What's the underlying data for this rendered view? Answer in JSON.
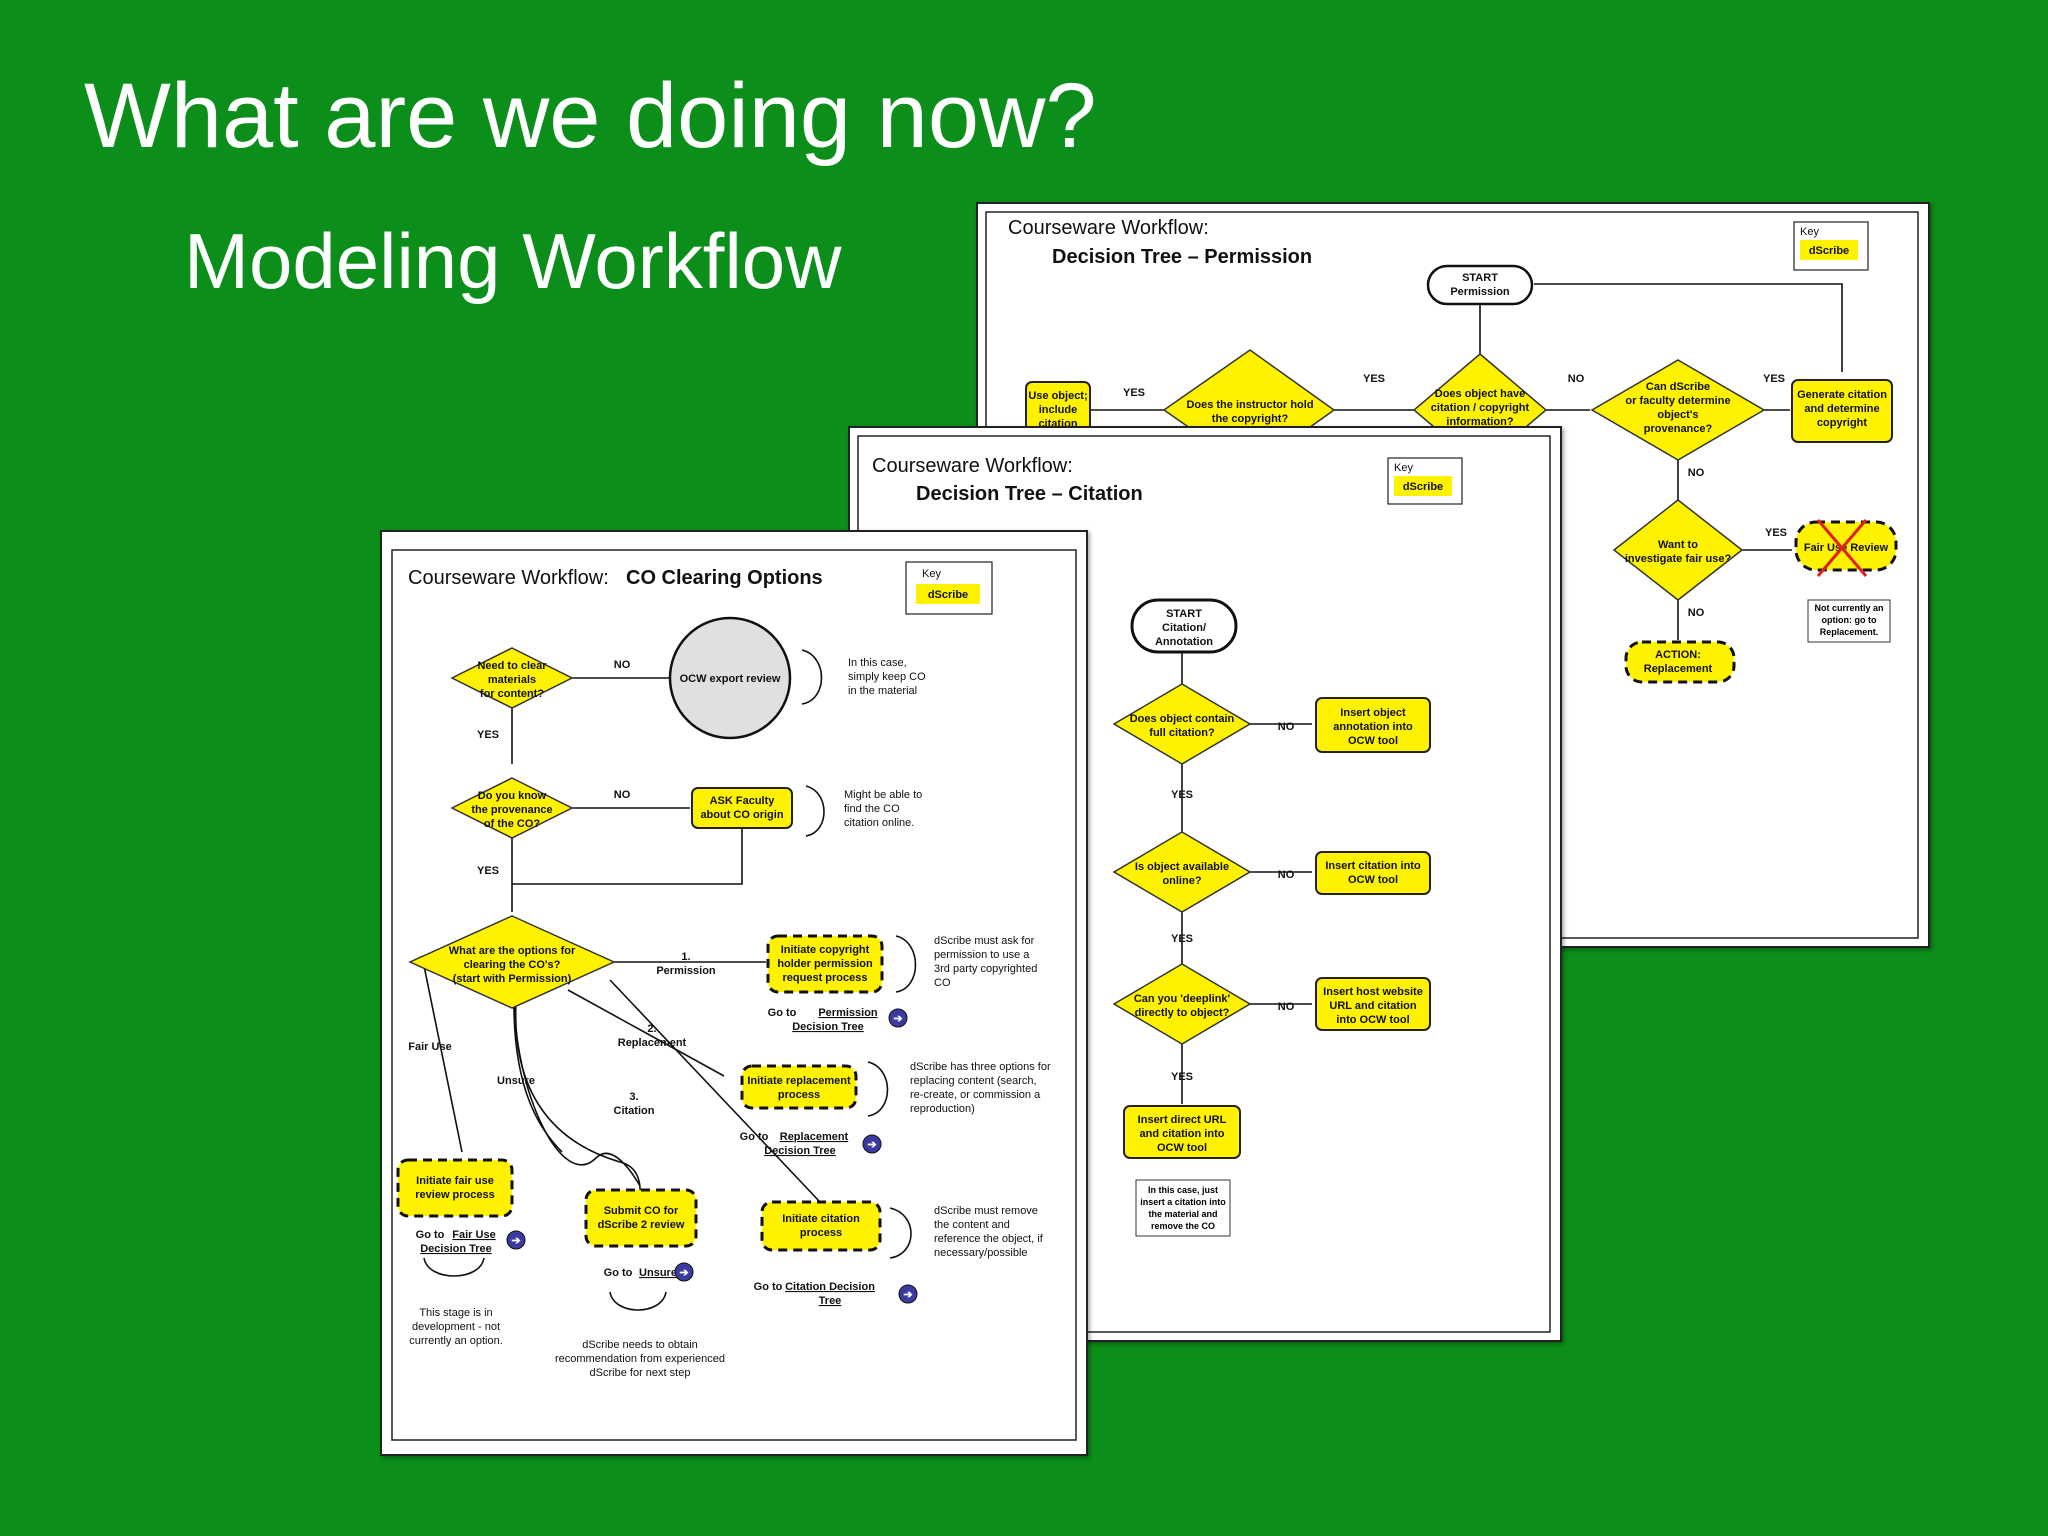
{
  "slide": {
    "title": "What are we doing now?",
    "subtitle": "Modeling Workflow"
  },
  "colors": {
    "background": "#0b8f1a",
    "highlight": "#fff200",
    "circle": "#e0e0e0",
    "nav_button": "#3a3aa0",
    "cross": "#e02020"
  },
  "permission": {
    "heading_plain": "Courseware Workflow:",
    "heading_bold": "Decision Tree – Permission",
    "key_label": "Key",
    "key_value": "dScribe",
    "start_line1": "START",
    "start_line2": "Permission",
    "q_instructor": [
      "Does the instructor hold",
      "the copyright?"
    ],
    "q_has_citation": [
      "Does object have",
      "citation / copyright",
      "information?"
    ],
    "q_determine": [
      "Can dScribe",
      "or faculty determine",
      "object's",
      "provenance?"
    ],
    "q_fair_use": [
      "Want to",
      "investigate fair use?"
    ],
    "use_object": [
      "Use object;",
      "include",
      "citation"
    ],
    "generate": [
      "Generate citation",
      "and determine",
      "copyright"
    ],
    "fair_use_review": "Fair Use Review",
    "action": [
      "ACTION:",
      "Replacement"
    ],
    "not_option": [
      "Not currently an",
      "option: go to",
      "Replacement."
    ],
    "yes": "YES",
    "no": "NO"
  },
  "citation": {
    "heading_plain": "Courseware Workflow:",
    "heading_bold": "Decision Tree – Citation",
    "key_label": "Key",
    "key_value": "dScribe",
    "start": [
      "START",
      "Citation/",
      "Annotation"
    ],
    "q_full": [
      "Does object contain",
      "full citation?"
    ],
    "q_online": [
      "Is object available",
      "online?"
    ],
    "q_deeplink": [
      "Can you 'deeplink'",
      "directly to object?"
    ],
    "insert_annotation": [
      "Insert object",
      "annotation into",
      "OCW tool"
    ],
    "insert_citation": [
      "Insert citation into",
      "OCW tool"
    ],
    "insert_host": [
      "Insert host website",
      "URL and citation",
      "into OCW tool"
    ],
    "insert_direct": [
      "Insert direct URL",
      "and citation into",
      "OCW tool"
    ],
    "note": [
      "In this case, just",
      "insert a citation into",
      "the material and",
      "remove the CO"
    ],
    "yes": "YES",
    "no": "NO"
  },
  "clearing": {
    "heading_plain": "Courseware Workflow:",
    "heading_bold": "CO Clearing Options",
    "key_label": "Key",
    "key_value": "dScribe",
    "q_need": [
      "Need to clear",
      "materials",
      "for content?"
    ],
    "ocw_review": "OCW export review",
    "note_keep": [
      "In this case,",
      "simply keep CO",
      "in the material"
    ],
    "q_provenance": [
      "Do you know",
      "the provenance",
      "of the CO?"
    ],
    "ask_faculty": [
      "ASK Faculty",
      "about CO origin"
    ],
    "note_find": [
      "Might be able to",
      "find the CO",
      "citation online."
    ],
    "q_options": [
      "What are the options for",
      "clearing the CO's?",
      "(start with Permission)"
    ],
    "opt_permission": [
      "1.",
      "Permission"
    ],
    "opt_replacement": [
      "2.",
      "Replacement"
    ],
    "opt_citation": [
      "3.",
      "Citation"
    ],
    "opt_fair_use": "Fair Use",
    "opt_unsure": "Unsure",
    "init_copyright": [
      "Initiate copyright",
      "holder permission",
      "request process"
    ],
    "note_permission": [
      "dScribe must ask for",
      "permission to use a",
      "3rd party copyrighted",
      "CO"
    ],
    "goto_permission": [
      "Go to",
      "Permission",
      "Decision Tree"
    ],
    "init_replacement": [
      "Initiate replacement",
      "process"
    ],
    "note_replacement": [
      "dScribe has three options for",
      "replacing content (search,",
      "re-create, or commission a",
      "reproduction)"
    ],
    "goto_replacement": [
      "Go to",
      "Replacement",
      "Decision Tree"
    ],
    "init_fair": [
      "Initiate fair use",
      "review process"
    ],
    "goto_fair": [
      "Go to",
      "Fair Use",
      "Decision Tree"
    ],
    "note_fair": [
      "This stage is in",
      "development - not",
      "currently an option."
    ],
    "submit_co": [
      "Submit CO for",
      "dScribe 2 review"
    ],
    "goto_unsure": [
      "Go to",
      "Unsure"
    ],
    "note_unsure": [
      "dScribe needs to obtain",
      "recommendation from experienced",
      "dScribe for next step"
    ],
    "init_citation": [
      "Initiate citation",
      "process"
    ],
    "note_citation": [
      "dScribe must remove",
      "the content and",
      "reference the object, if",
      "necessary/possible"
    ],
    "goto_citation": [
      "Go to",
      "Citation Decision",
      "Tree"
    ],
    "yes": "YES",
    "no": "NO"
  }
}
